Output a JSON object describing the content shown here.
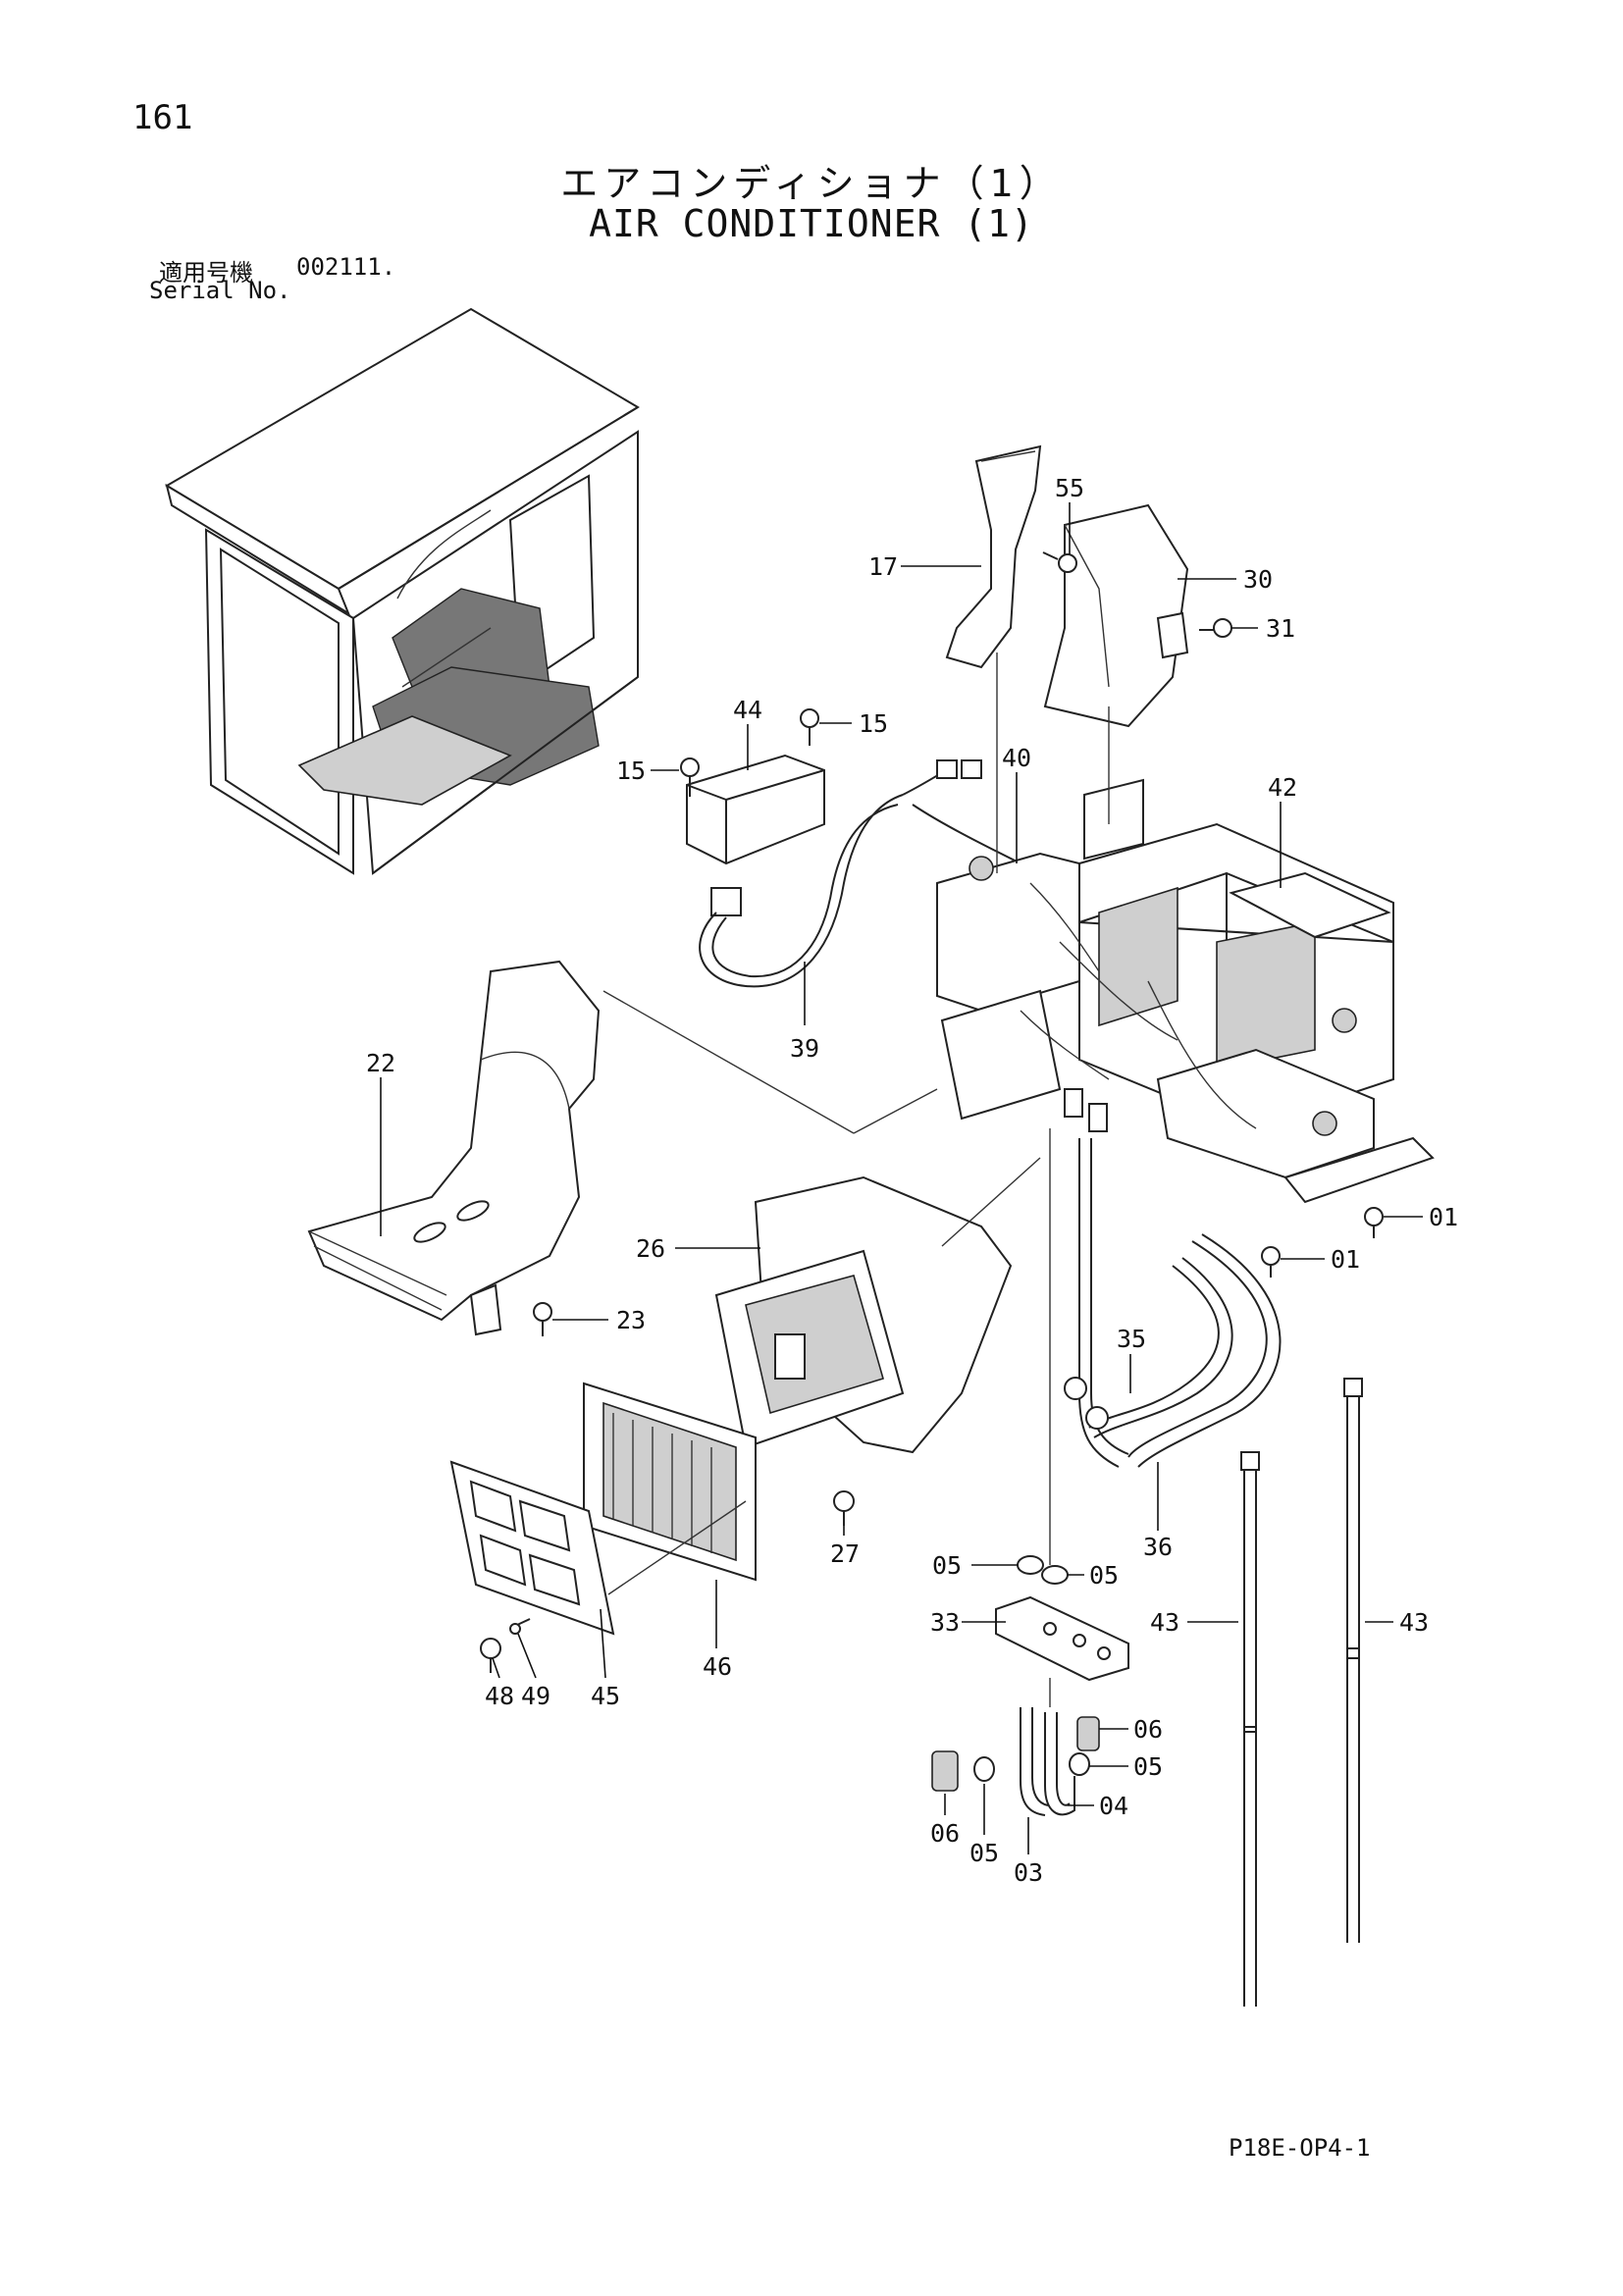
{
  "header": {
    "page_number": "161",
    "title_jp": "エアコンディショナ（1）",
    "title_en": "AIR CONDITIONER (1)",
    "serial_label_jp": "適用号機",
    "serial_value": "002111.",
    "serial_label_en": "Serial No."
  },
  "callouts": [
    "55",
    "17",
    "30",
    "31",
    "44",
    "15",
    "15",
    "40",
    "42",
    "22",
    "39",
    "01",
    "01",
    "26",
    "23",
    "35",
    "27",
    "36",
    "05",
    "05",
    "33",
    "43",
    "43",
    "48",
    "49",
    "45",
    "46",
    "06",
    "05",
    "04",
    "06",
    "05",
    "03"
  ],
  "footer": {
    "doc_code": "P18E-OP4-1"
  }
}
